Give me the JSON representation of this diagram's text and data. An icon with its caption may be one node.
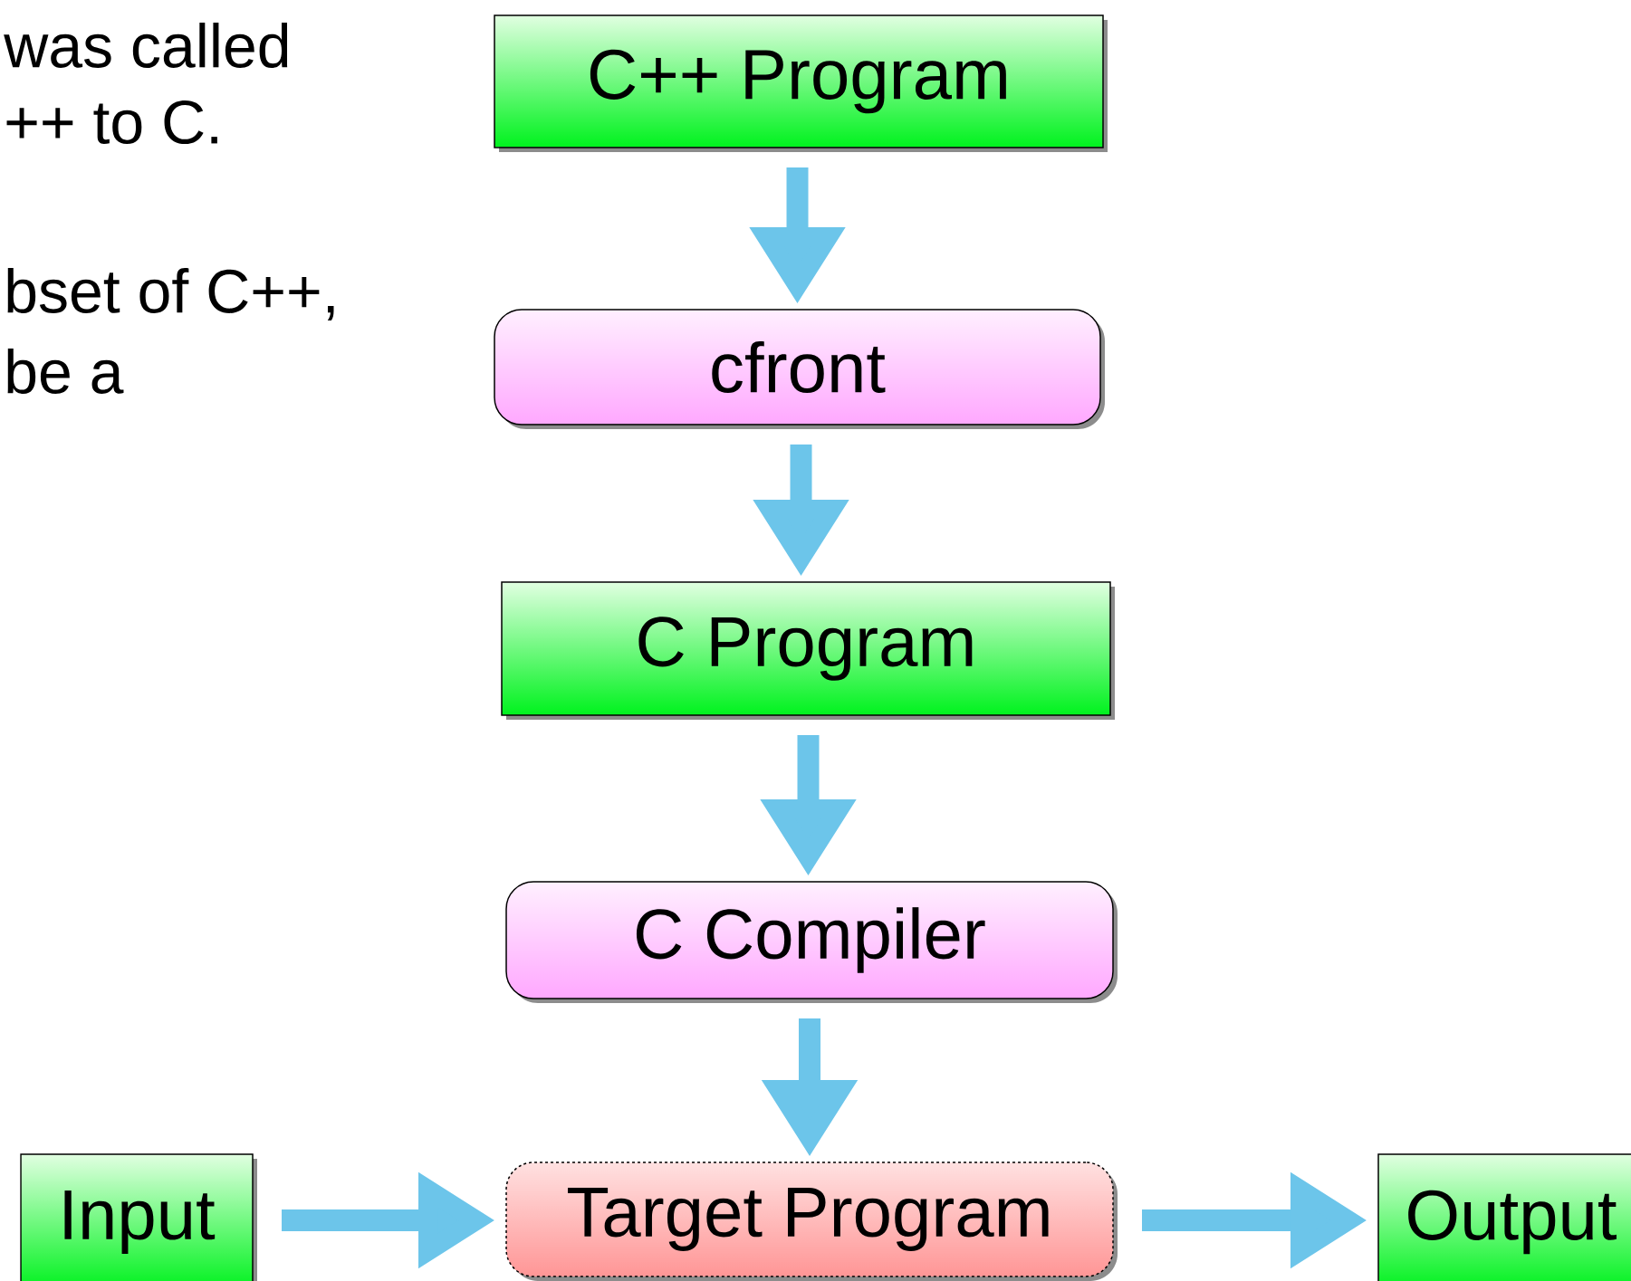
{
  "diagram": {
    "nodes": [
      {
        "text": [
          "C++ Program"
        ]
      },
      {
        "text": [
          "cfront"
        ]
      },
      {
        "text": [
          "C Program"
        ]
      },
      {
        "text": [
          "C Compiler"
        ]
      },
      {
        "text": [
          "Input"
        ]
      },
      {
        "text": [
          "Target Program"
        ]
      },
      {
        "text": [
          "Output"
        ]
      }
    ],
    "edges": [
      {
        "from": 0,
        "to": 1,
        "arrow": "to"
      },
      {
        "from": 1,
        "to": 2,
        "arrow": "to"
      },
      {
        "from": 2,
        "to": 3,
        "arrow": "to"
      },
      {
        "from": 3,
        "to": 5,
        "arrow": "to"
      },
      {
        "from": 4,
        "to": 5,
        "arrow": "to"
      },
      {
        "from": 5,
        "to": 6,
        "arrow": "to"
      }
    ],
    "labels": [
      "was called",
      "++ to C.",
      "bset of C++,",
      "be a"
    ]
  }
}
